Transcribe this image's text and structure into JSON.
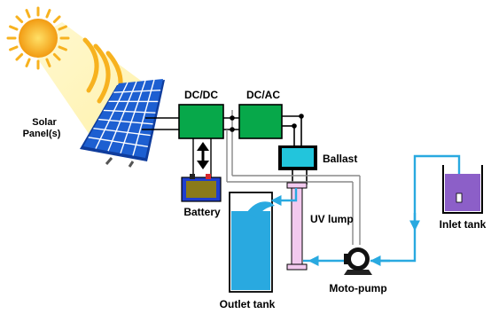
{
  "labels": {
    "solar_panel_line1": "Solar",
    "solar_panel_line2": "Panel(s)",
    "dcdc": "DC/DC",
    "dcac": "DC/AC",
    "ballast": "Ballast",
    "battery": "Battery",
    "uv_lump": "UV lump",
    "inlet_tank": "Inlet tank",
    "moto_pump": "Moto-pump",
    "outlet_tank": "Outlet tank"
  },
  "colors": {
    "sun": "#f7b21f",
    "sun_glow": "#fff3b0",
    "panel": "#1d5fd1",
    "panel_grid": "#ffffff",
    "converter": "#07a84a",
    "ballast": "#22c5dc",
    "battery_outer": "#1f3fcf",
    "battery_inner": "#8a7a1a",
    "uv_lamp": "#f2c9ee",
    "water": "#29a9e0",
    "pipe": "#29a9e0",
    "inlet_water": "#8c5fc8",
    "wire": "#000000"
  },
  "icons": {
    "sun": "sun-icon",
    "panel": "solar-panel-icon",
    "pump": "pump-icon",
    "arrow": "double-arrow-icon"
  }
}
